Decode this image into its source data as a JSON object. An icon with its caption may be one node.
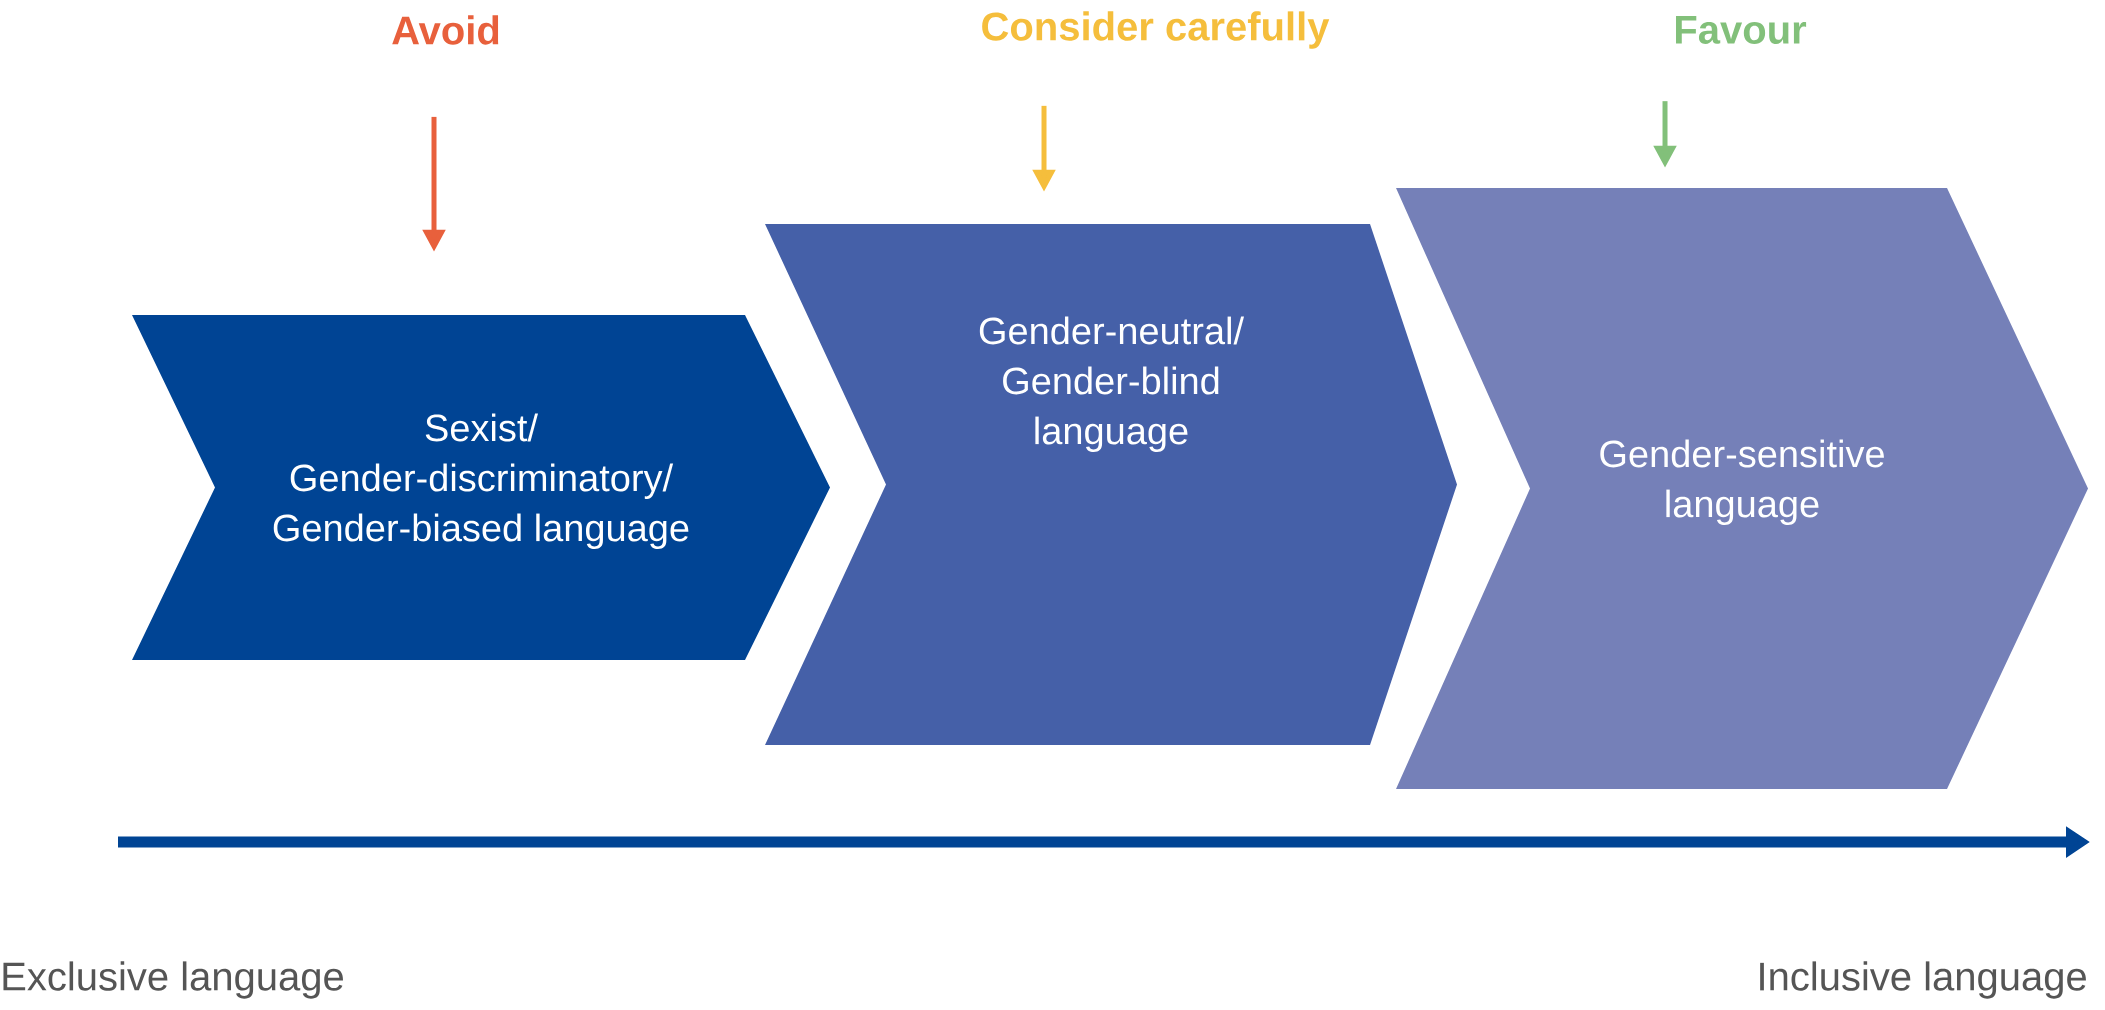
{
  "diagram": {
    "nodes": [
      {
        "text": [
          "Avoid"
        ]
      },
      {
        "text": [
          "Consider carefully"
        ]
      },
      {
        "text": [
          "Favour"
        ]
      },
      {
        "text": [
          "Sexist/ Gender-discriminatory/ Gender-biased language"
        ]
      },
      {
        "text": [
          "Gender-neutral/ Gender-blind language"
        ]
      },
      {
        "text": [
          "Gender-sensitive language"
        ]
      }
    ],
    "edges": [
      {
        "from": 0,
        "to": 3,
        "arrow": "to",
        "color": "#e8603c"
      },
      {
        "from": 1,
        "to": 4,
        "arrow": "to",
        "color": "#f5be3c"
      },
      {
        "from": 2,
        "to": 5,
        "arrow": "to",
        "color": "#82c07a"
      }
    ],
    "labels": [
      "Exclusive language",
      "Inclusive language"
    ]
  }
}
